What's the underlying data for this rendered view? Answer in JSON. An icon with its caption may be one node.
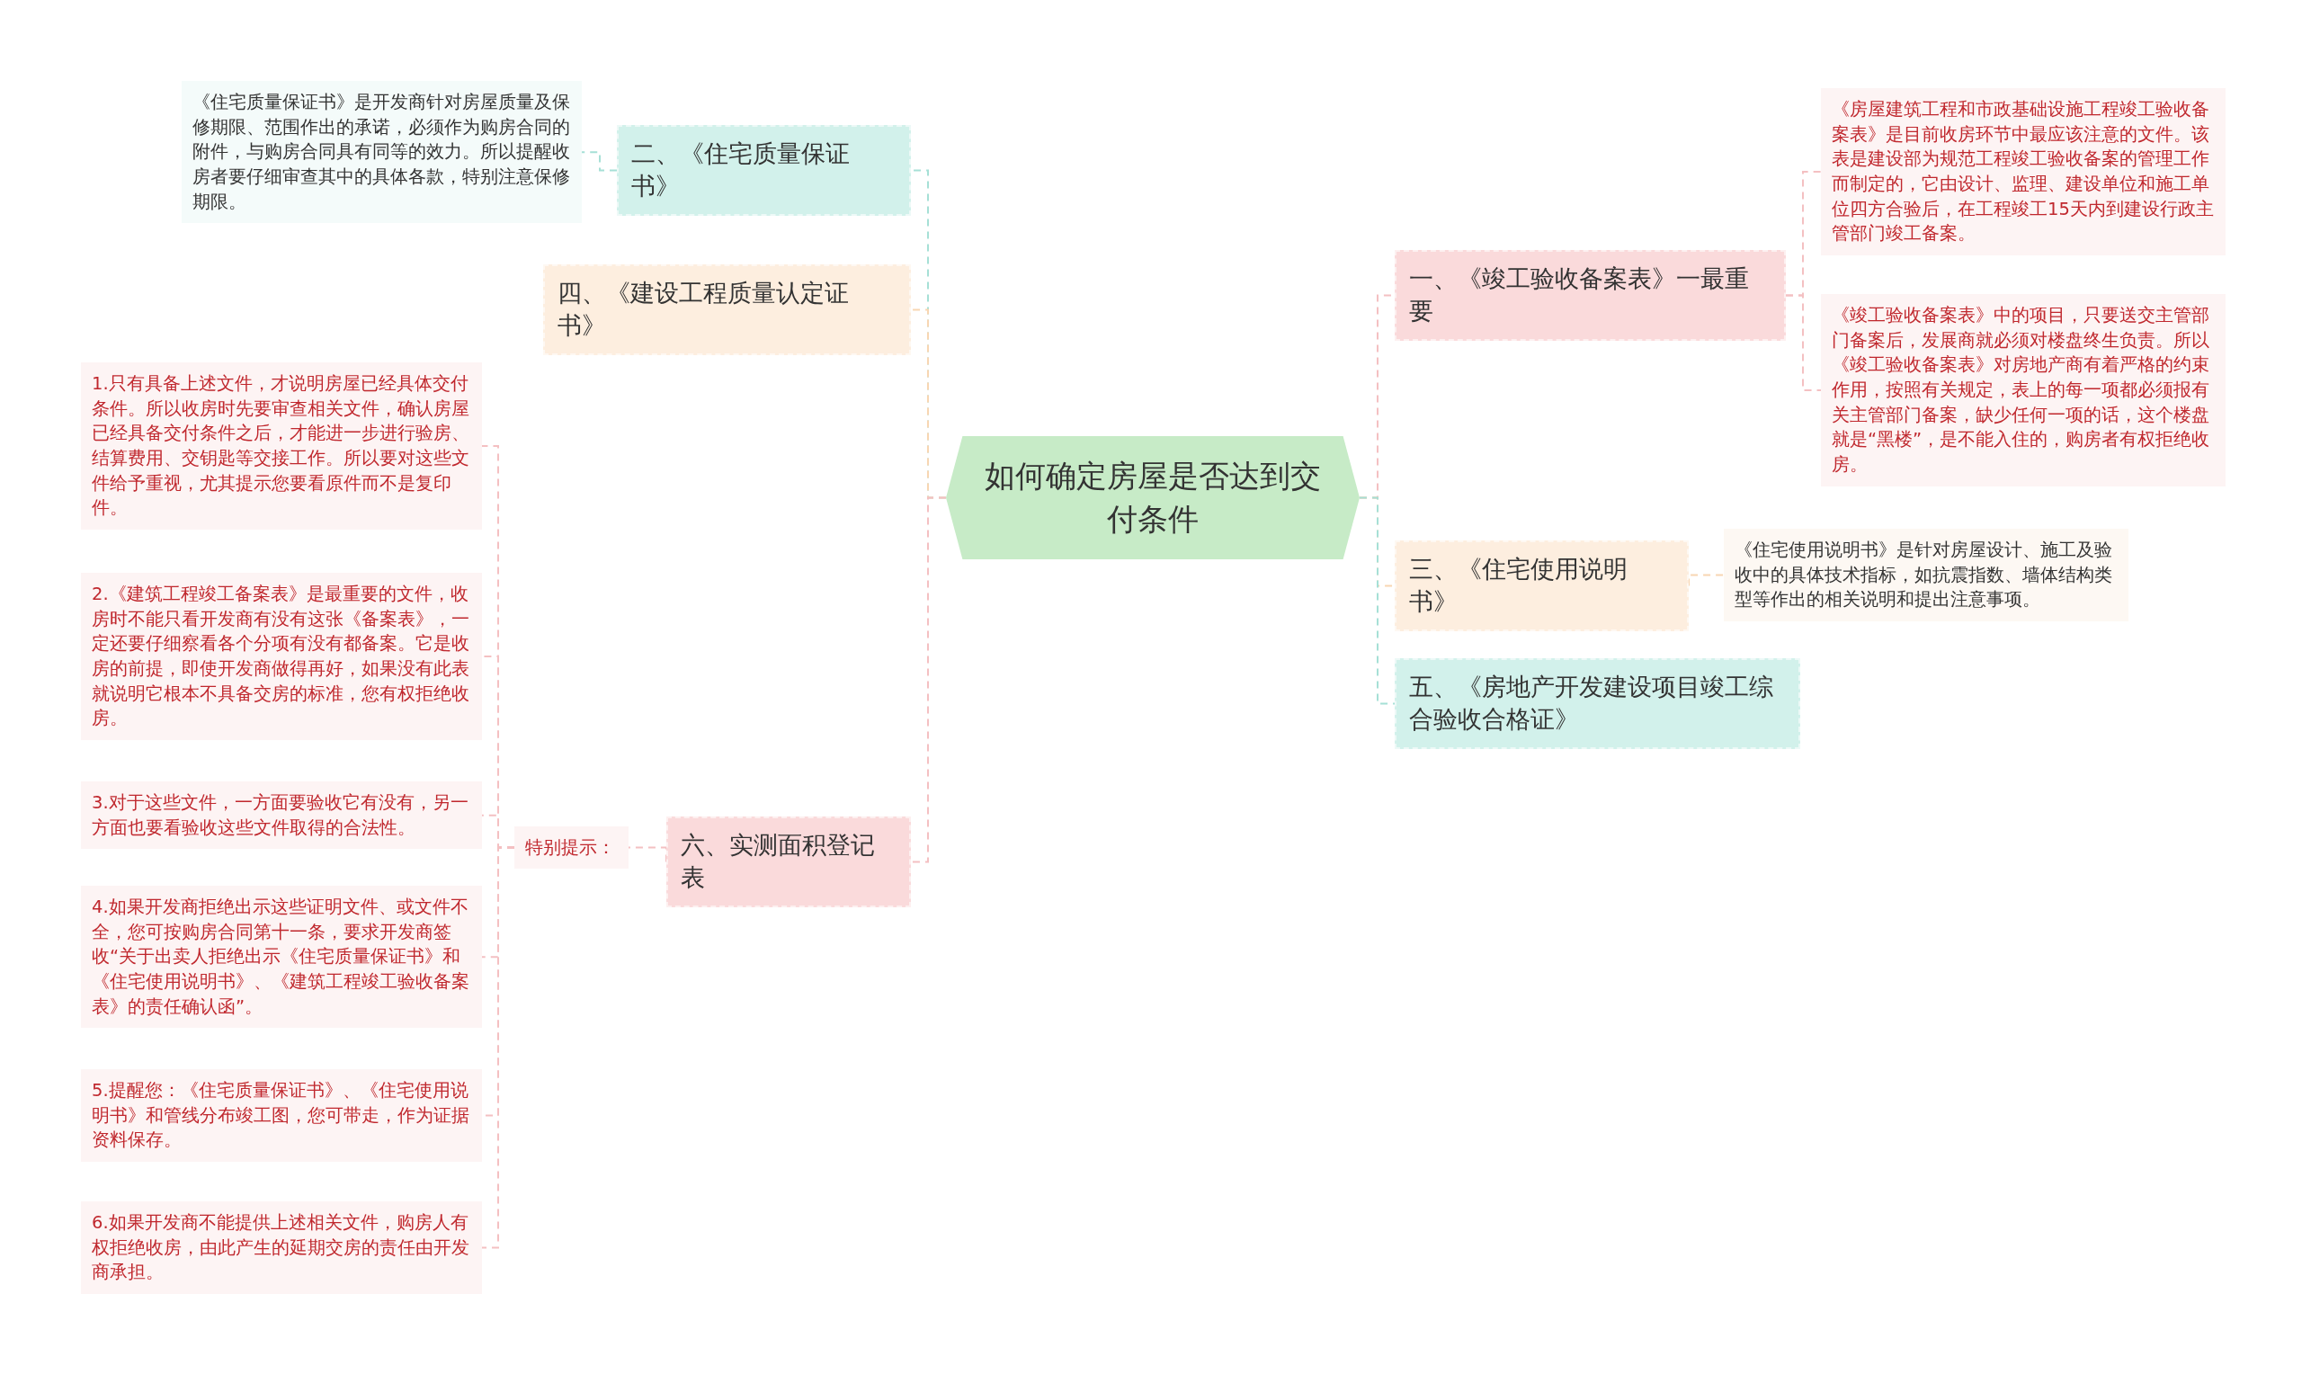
{
  "diagram": {
    "nodes": [
      {
        "text": [
          "如何确定房屋是否达到交付条件"
        ]
      },
      {
        "text": [
          "二、《住宅质量保证书》"
        ]
      },
      {
        "text": [
          "《住宅质量保证书》是开发商针对房屋质量及保修期限、范围作出的承诺，必须作为购房合同的附件，与购房合同具有同等的效力。所以提醒收房者要仔细审查其中的具体各款，特别注意保修期限。"
        ]
      },
      {
        "text": [
          "四、《建设工程质量认定证书》"
        ]
      },
      {
        "text": [
          "六、实测面积登记表"
        ]
      },
      {
        "text": [
          "特别提示："
        ]
      },
      {
        "text": [
          "1.只有具备上述文件，才说明房屋已经具体交付条件。所以收房时先要审查相关文件，确认房屋已经具备交付条件之后，才能进一步进行验房、结算费用、交钥匙等交接工作。所以要对这些文件给予重视，尤其提示您要看原件而不是复印件。"
        ]
      },
      {
        "text": [
          "2.《建筑工程竣工备案表》是最重要的文件，收房时不能只看开发商有没有这张《备案表》，一定还要仔细察看各个分项有没有都备案。它是收房的前提，即使开发商做得再好，如果没有此表就说明它根本不具备交房的标准，您有权拒绝收房。"
        ]
      },
      {
        "text": [
          "3.对于这些文件，一方面要验收它有没有，另一方面也要看验收这些文件取得的合法性。"
        ]
      },
      {
        "text": [
          "4.如果开发商拒绝出示这些证明文件、或文件不全，您可按购房合同第十一条，要求开发商签收“关于出卖人拒绝出示《住宅质量保证书》和《住宅使用说明书》、《建筑工程竣工验收备案表》的责任确认函”。"
        ]
      },
      {
        "text": [
          "5.提醒您：《住宅质量保证书》、《住宅使用说明书》和管线分布竣工图，您可带走，作为证据资料保存。"
        ]
      },
      {
        "text": [
          "6.如果开发商不能提供上述相关文件，购房人有权拒绝收房，由此产生的延期交房的责任由开发商承担。"
        ]
      },
      {
        "text": [
          "一、《竣工验收备案表》一最重要"
        ]
      },
      {
        "text": [
          "《房屋建筑工程和市政基础设施工程竣工验收备案表》是目前收房环节中最应该注意的文件。该表是建设部为规范工程竣工验收备案的管理工作而制定的，它由设计、监理、建设单位和施工单位四方合验后，在工程竣工15天内到建设行政主管部门竣工备案。"
        ]
      },
      {
        "text": [
          "《竣工验收备案表》中的项目，只要送交主管部门备案后，发展商就必须对楼盘终生负责。所以《竣工验收备案表》对房地产商有着严格的约束作用，按照有关规定，表上的每一项都必须报有关主管部门备案，缺少任何一项的话，这个楼盘就是“黑楼”，是不能入住的，购房者有权拒绝收房。"
        ]
      },
      {
        "text": [
          "三、《住宅使用说明书》"
        ]
      },
      {
        "text": [
          "《住宅使用说明书》是针对房屋设计、施工及验收中的具体技术指标，如抗震指数、墙体结构类型等作出的相关说明和提出注意事项。"
        ]
      },
      {
        "text": [
          "五、《房地产开发建设项目竣工综合验收合格证》"
        ]
      }
    ],
    "edges": [
      {
        "from": 0,
        "to": 1,
        "arrow": "none",
        "style": "dashed",
        "color": "#a6e0d6"
      },
      {
        "from": 0,
        "to": 3,
        "arrow": "none",
        "style": "dashed",
        "color": "#f8d6b2"
      },
      {
        "from": 0,
        "to": 4,
        "arrow": "none",
        "style": "dashed",
        "color": "#f4c0c2"
      },
      {
        "from": 0,
        "to": 12,
        "arrow": "none",
        "style": "dashed",
        "color": "#f4c0c2"
      },
      {
        "from": 0,
        "to": 15,
        "arrow": "none",
        "style": "dashed",
        "color": "#f8d6b2"
      },
      {
        "from": 0,
        "to": 17,
        "arrow": "none",
        "style": "dashed",
        "color": "#a6e0d6"
      },
      {
        "from": 1,
        "to": 2,
        "arrow": "none",
        "style": "dashed",
        "color": "#a6e0d6"
      },
      {
        "from": 4,
        "to": 5,
        "arrow": "none",
        "style": "dashed",
        "color": "#f4c0c2"
      },
      {
        "from": 5,
        "to": 6,
        "arrow": "none",
        "style": "dashed",
        "color": "#f4c0c2"
      },
      {
        "from": 5,
        "to": 7,
        "arrow": "none",
        "style": "dashed",
        "color": "#f4c0c2"
      },
      {
        "from": 5,
        "to": 8,
        "arrow": "none",
        "style": "dashed",
        "color": "#f4c0c2"
      },
      {
        "from": 5,
        "to": 9,
        "arrow": "none",
        "style": "dashed",
        "color": "#f4c0c2"
      },
      {
        "from": 5,
        "to": 10,
        "arrow": "none",
        "style": "dashed",
        "color": "#f4c0c2"
      },
      {
        "from": 5,
        "to": 11,
        "arrow": "none",
        "style": "dashed",
        "color": "#f4c0c2"
      },
      {
        "from": 12,
        "to": 13,
        "arrow": "none",
        "style": "dashed",
        "color": "#f4c0c2"
      },
      {
        "from": 12,
        "to": 14,
        "arrow": "none",
        "style": "dashed",
        "color": "#f4c0c2"
      },
      {
        "from": 15,
        "to": 16,
        "arrow": "none",
        "style": "dashed",
        "color": "#f8d6b2"
      }
    ]
  }
}
